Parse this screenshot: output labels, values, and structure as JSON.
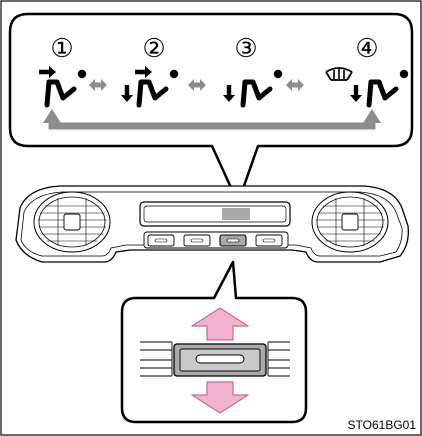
{
  "modes": [
    {
      "number": "①",
      "icon": "face-vent-icon"
    },
    {
      "number": "②",
      "icon": "bi-level-vent-icon"
    },
    {
      "number": "③",
      "icon": "feet-vent-icon"
    },
    {
      "number": "④",
      "icon": "feet-windshield-defrost-icon"
    }
  ],
  "switch_icons": {
    "between_modes": "double-arrow-icon",
    "cycle_back": "return-arrow-icon",
    "increase": "up-arrow-icon",
    "decrease": "down-arrow-icon"
  },
  "colors": {
    "frame": "#2a2a2a",
    "arrow_gray": "#8c8c8c",
    "highlight_gray": "#a9a9a9",
    "pink_arrow_fill": "#f3b2cd",
    "pink_arrow_stroke": "#c06e8f"
  },
  "figure_code": "STO61BG01"
}
